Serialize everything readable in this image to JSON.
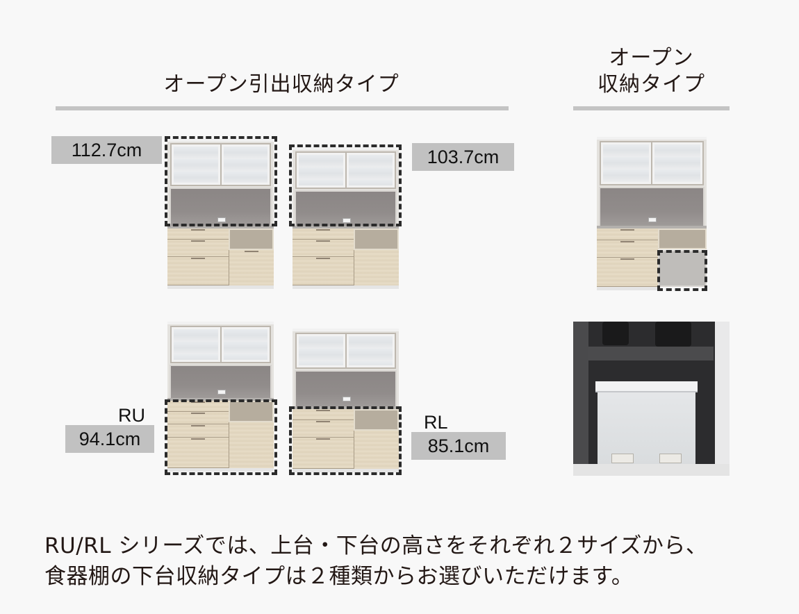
{
  "headings": {
    "drawer_type": "オープン引出収納タイプ",
    "open_type_line1": "オープン",
    "open_type_line2": "収納タイプ"
  },
  "colors": {
    "background": "#f8f8f8",
    "divider": "#c4c4c4",
    "label_bg": "#c1c1c1",
    "dash": "#2b2b2b",
    "wood": "#e2d7c1",
    "backsplash": "#8f8a89"
  },
  "configurations": [
    {
      "id": "upper-tall",
      "position": "top-left",
      "label": "112.7cm",
      "highlight": "upper"
    },
    {
      "id": "upper-short",
      "position": "top-middle",
      "label": "103.7cm",
      "highlight": "upper"
    },
    {
      "id": "lower-ru",
      "position": "bottom-left",
      "series": "RU",
      "label": "94.1cm",
      "highlight": "lower"
    },
    {
      "id": "lower-rl",
      "position": "bottom-middle",
      "series": "RL",
      "label": "85.1cm",
      "highlight": "lower"
    },
    {
      "id": "open-storage",
      "position": "top-right",
      "highlight": "open-bin-slot"
    }
  ],
  "photo": {
    "subject": "two-pedal-trash-bins-under-open-shelf"
  },
  "description": {
    "line1": "RU/RL シリーズでは、上台・下台の高さをそれぞれ２サイズから、",
    "line2": "食器棚の下台収納タイプは２種類からお選びいただけます。"
  }
}
